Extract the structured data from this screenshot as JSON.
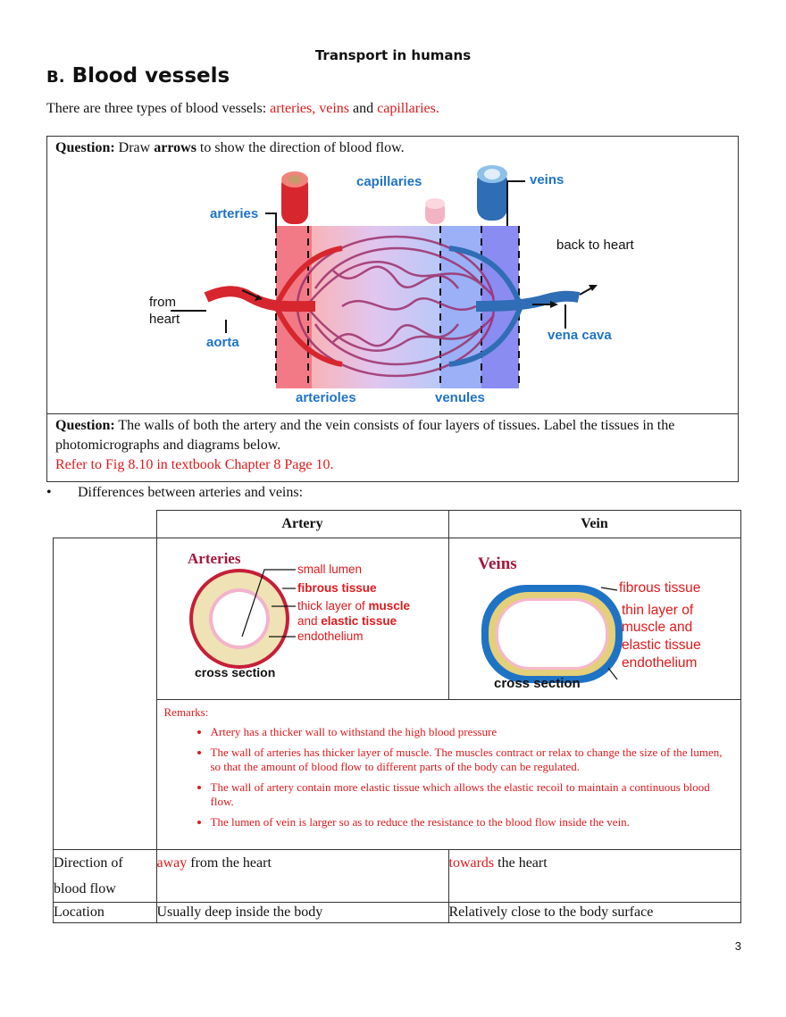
{
  "header": {
    "title": "Transport in humans"
  },
  "section": {
    "letter": "B.",
    "title": "Blood vessels"
  },
  "intro": {
    "prefix": "There are three types of blood vessels: ",
    "types1": "arteries, veins",
    "mid": " and ",
    "types2": "capillaries."
  },
  "question1": {
    "label": "Question:",
    "text_a": " Draw ",
    "bold": "arrows",
    "text_b": " to show the direction of blood flow."
  },
  "diagram1": {
    "labels": {
      "capillaries": "capillaries",
      "veins": "veins",
      "arteries": "arteries",
      "back_to_heart": "back to heart",
      "from_heart_1": "from",
      "from_heart_2": "heart",
      "aorta": "aorta",
      "vena_cava": "vena cava",
      "arterioles": "arterioles",
      "venules": "venules"
    },
    "colors": {
      "artery": "#d8262e",
      "vein": "#2f6db5",
      "label_blue": "#1f73c9"
    }
  },
  "question2": {
    "label": "Question:",
    "text": " The walls of both the artery and the vein consists of four layers of tissues. Label the tissues in the photomicrographs and diagrams below.",
    "ref": "Refer to Fig 8.10 in textbook Chapter 8 Page 10."
  },
  "differences": {
    "bullet": "•",
    "text": "Differences between arteries and veins:"
  },
  "table": {
    "headers": {
      "artery": "Artery",
      "vein": "Vein"
    },
    "artery_diagram": {
      "title": "Arteries",
      "labels": [
        "small lumen",
        "fibrous tissue",
        "thick layer of ",
        "muscle",
        "and ",
        "elastic tissue",
        "endothelium"
      ],
      "caption": "cross section"
    },
    "vein_diagram": {
      "title": "Veins",
      "labels": [
        "fibrous tissue",
        "thin layer of",
        "muscle and",
        "elastic tissue",
        "endothelium"
      ],
      "caption": "cross section"
    },
    "remarks": {
      "title": "Remarks:",
      "items": [
        "Artery has a thicker wall to withstand the high blood pressure",
        "The wall of arteries has thicker layer of muscle. The muscles contract or relax to change the size of the lumen, so that the amount of blood flow to different parts of the body can be regulated.",
        "The wall of artery contain more elastic tissue which allows the elastic recoil to maintain a continuous blood flow.",
        "The lumen of vein is larger so as to reduce the resistance to the blood flow inside the vein."
      ]
    },
    "rows": [
      {
        "label": "Direction of blood flow",
        "artery_red": "away",
        "artery_rest": " from the heart",
        "vein_red": "towards",
        "vein_rest": " the heart"
      },
      {
        "label": "Location",
        "artery": "Usually deep inside the body",
        "vein": "Relatively close to the body surface"
      }
    ]
  },
  "page_number": "3"
}
